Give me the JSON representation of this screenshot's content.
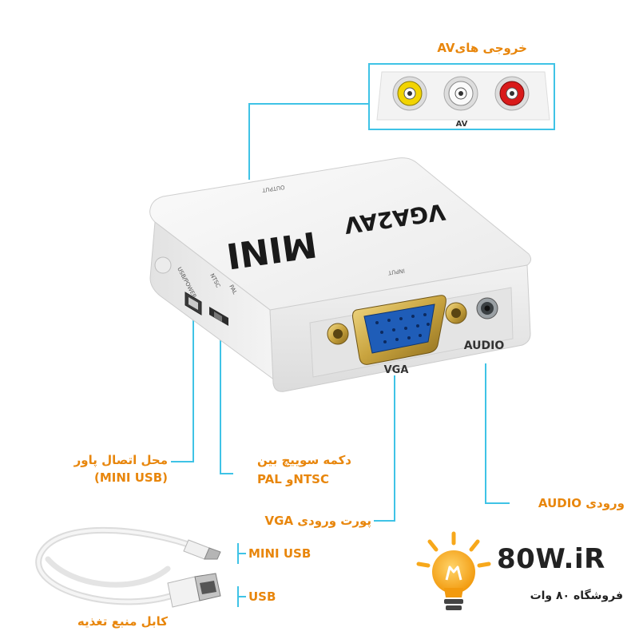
{
  "callouts": {
    "av_output": "خروجی هایAV",
    "power_port": "محل اتصال پاور",
    "power_port_sub": "(MINI USB)",
    "switch": "دکمه سوییچ بین",
    "switch_sub": "NTSCو PAL",
    "vga_port": "پورت ورودی VGA",
    "audio_input": "ورودی AUDIO",
    "cable_mini_usb": "MINI USB",
    "cable_usb": "USB",
    "power_cable": "کابل منبع تغذیه"
  },
  "device": {
    "brand_text": "MINI",
    "model_text": "VGA2AV",
    "output_label": "OUTPUT",
    "input_label": "INPUT",
    "usb_power_label": "USB/POWER",
    "ntsc_label": "NTSC",
    "pal_label": "PAL",
    "vga_label": "VGA",
    "audio_label": "AUDIO",
    "av_inset_label": "AV"
  },
  "logo": {
    "name": "80W.iR",
    "subtitle": "فروشگاه ۸۰ وات"
  },
  "colors": {
    "callout_text": "#e8860c",
    "leader_line": "#3fc3e6",
    "bulb": "#f7a81b"
  }
}
